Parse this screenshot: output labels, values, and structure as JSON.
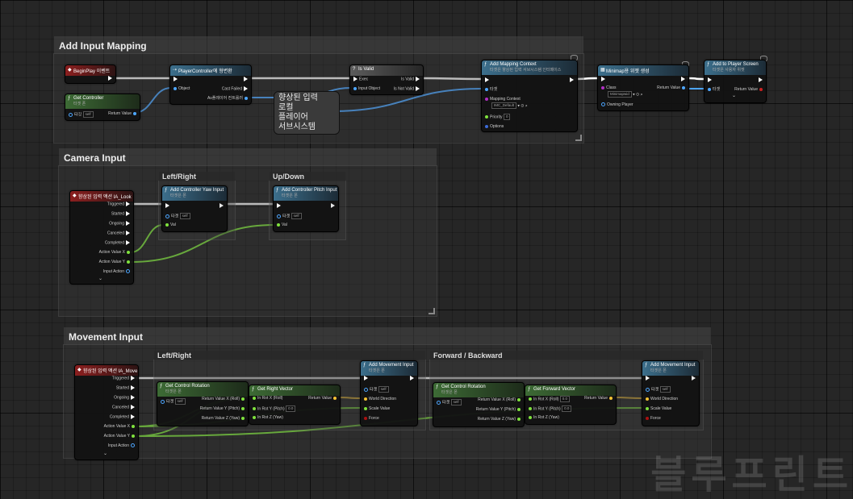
{
  "comments": {
    "add_input": "Add Input Mapping",
    "camera": "Camera Input",
    "movement": "Movement Input"
  },
  "subgroups": {
    "left_right_cam": "Left/Right",
    "up_down": "Up/Down",
    "left_right_move": "Left/Right",
    "forward_backward": "Forward / Backward"
  },
  "nodes": {
    "beginplay": {
      "title": "BeginPlay 이벤트"
    },
    "get_controller": {
      "title": "Get Controller",
      "sub": "타겟 폰",
      "target": "타깃",
      "self": "self",
      "return": "Return Value"
    },
    "cast_pc": {
      "title": "PlayerController에 형변환",
      "object": "Object",
      "cast_failed": "Cast Failed",
      "as_pc": "As플레이어 컨트롤러"
    },
    "reroute_subsystem": {
      "text": "향상된 입력\n로컬\n플레이어\n서브시스템"
    },
    "is_valid": {
      "title": "Is Valid",
      "exec": "Exec",
      "is_valid": "Is Valid",
      "input_object": "Input Object",
      "is_not_valid": "Is Not Valid"
    },
    "add_mapping": {
      "title": "Add Mapping Context",
      "sub": "타겟은 향상된 입력 서브시스템 인터페이스",
      "target": "타겟",
      "mapping": "Mapping Context",
      "mapping_val": "IMC_Default",
      "priority": "Priority",
      "priority_val": "0",
      "options": "Options"
    },
    "create_widget": {
      "title": "Minimap용 위젯 생성",
      "class": "Class",
      "class_val": "Minimapwid",
      "return": "Return Value",
      "owning": "Owning Player"
    },
    "add_viewport": {
      "title": "Add to Player Screen",
      "sub": "타겟은 사용자 위젯",
      "target": "타겟",
      "return": "Return Value"
    },
    "ia_look": {
      "title": "향상된 입력 액션 IA_Look",
      "triggered": "Triggered",
      "started": "Started",
      "ongoing": "Ongoing",
      "canceled": "Canceled",
      "completed": "Completed",
      "ax": "Action Value X",
      "ay": "Action Value Y",
      "ia": "Input Action"
    },
    "yaw": {
      "title": "Add Controller Yaw Input",
      "sub": "타겟은 폰",
      "target": "타겟",
      "self": "self",
      "val": "Val"
    },
    "pitch": {
      "title": "Add Controller Pitch Input",
      "sub": "타겟은 폰",
      "target": "타겟",
      "self": "self",
      "val": "Val"
    },
    "ia_move": {
      "title": "향상된 입력 액션 IA_Move",
      "triggered": "Triggered",
      "started": "Started",
      "ongoing": "Ongoing",
      "canceled": "Canceled",
      "completed": "Completed",
      "ax": "Action Value X",
      "ay": "Action Value Y",
      "ia": "Input Action"
    },
    "gcr1": {
      "title": "Get Control Rotation",
      "sub": "타겟은 폰",
      "target": "타겟",
      "self": "self",
      "rx": "Return Value X (Roll)",
      "ry": "Return Value Y (Pitch)",
      "rz": "Return Value Z (Yaw)"
    },
    "right_vec": {
      "title": "Get Right Vector",
      "inx": "In Rot X (Roll)",
      "iny": "In Rot Y (Pitch)",
      "iny_val": "0.0",
      "inz": "In Rot Z (Yaw)",
      "ret": "Return Value"
    },
    "move1": {
      "title": "Add Movement Input",
      "sub": "타겟은 폰",
      "target": "타겟",
      "self": "self",
      "wd": "World Direction",
      "sv": "Scale Value",
      "force": "Force"
    },
    "gcr2": {
      "title": "Get Control Rotation",
      "sub": "타겟은 폰",
      "target": "타겟",
      "self": "self",
      "rx": "Return Value X (Roll)",
      "ry": "Return Value Y (Pitch)",
      "rz": "Return Value Z (Yaw)"
    },
    "fwd_vec": {
      "title": "Get Forward Vector",
      "inx": "In Rot X (Roll)",
      "inx_val": "0.0",
      "iny": "In Rot Y (Pitch)",
      "iny_val": "0.0",
      "inz": "In Rot Z (Yaw)",
      "ret": "Return Value"
    },
    "move2": {
      "title": "Add Movement Input",
      "sub": "타겟은 폰",
      "target": "타겟",
      "self": "self",
      "wd": "World Direction",
      "sv": "Scale Value",
      "force": "Force"
    }
  },
  "watermark": "블루프린트",
  "colors": {
    "exec": "#ffffff",
    "object": "#4da6ff",
    "float": "#7fe23d",
    "vector": "#f4c233"
  }
}
